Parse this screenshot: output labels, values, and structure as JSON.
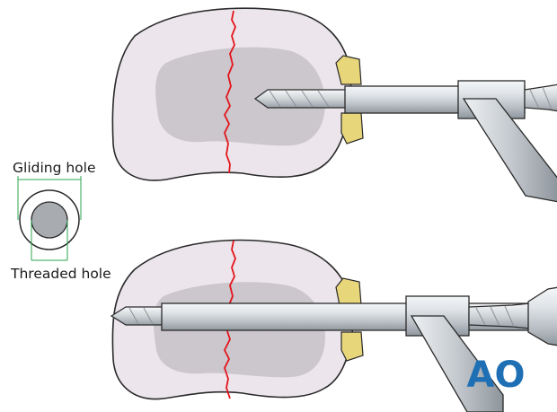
{
  "labels": {
    "gliding_hole": "Gliding hole",
    "threaded_hole": "Threaded hole"
  },
  "logo": {
    "text": "AO"
  },
  "colors": {
    "bone_cortex": "#ece6ec",
    "bone_cancellous": "#cbc7cc",
    "fracture_line": "#e3141b",
    "guide_yellow": "#e8d67a",
    "metal_light": "#e6e9ec",
    "metal_mid": "#b9bfc5",
    "metal_dark": "#7d858c",
    "logo_blue": "#1f6fb5"
  }
}
